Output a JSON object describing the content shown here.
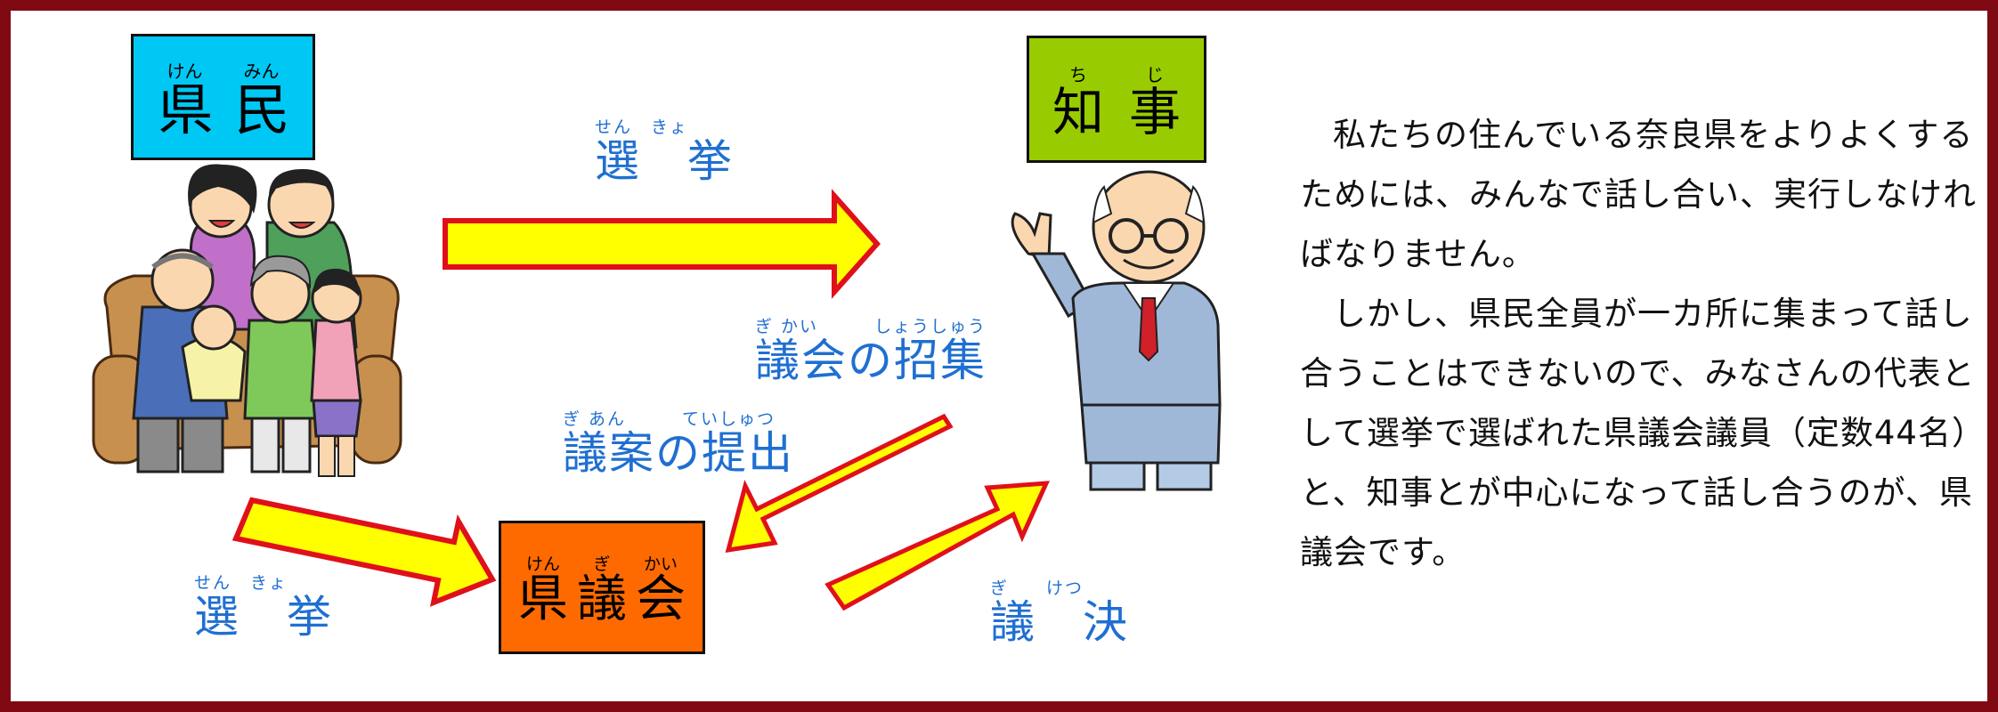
{
  "colors": {
    "frame": "#7f0a14",
    "label_blue": "#1f6fd1",
    "kenmin_box": "#00c8f5",
    "chiji_box": "#99cc00",
    "kengikai_box": "#ff6a00",
    "arrow_fill": "#ffff00",
    "arrow_stroke": "#e0101a"
  },
  "boxes": {
    "kenmin": {
      "ruby": [
        "けん",
        "みん"
      ],
      "kanji": [
        "県",
        "民"
      ]
    },
    "chiji": {
      "ruby": [
        "ち",
        "じ"
      ],
      "kanji": [
        "知",
        "事"
      ]
    },
    "kengikai": {
      "ruby": [
        "けん",
        "ぎ",
        "かい"
      ],
      "kanji": [
        "県",
        "議",
        "会"
      ]
    }
  },
  "labels": {
    "election_top": {
      "ruby": "せん　きょ",
      "text": "選　挙"
    },
    "assembly_call": {
      "ruby": "ぎ かい　　　しょうしゅう",
      "text": "議会の招集"
    },
    "bill_submission": {
      "ruby": "ぎ あん　　　ていしゅつ",
      "text": "議案の提出"
    },
    "election_bottom": {
      "ruby": "せん　きょ",
      "text": "選　挙"
    },
    "resolution": {
      "ruby": "ぎ　　けつ",
      "text": "議　決"
    }
  },
  "illustrations": {
    "family": "family-illustration",
    "governor": "governor-illustration"
  },
  "description": {
    "paragraphs": [
      "私たちの住んでいる奈良県をよりよくするためには、みんなで話し合い、実行しなければなりません。",
      "しかし、県民全員が一カ所に集まって話し合うことはできないので、みなさんの代表として選挙で選ばれた県議会議員（定数44名）と、知事とが中心になって話し合うのが、県議会です。"
    ]
  }
}
